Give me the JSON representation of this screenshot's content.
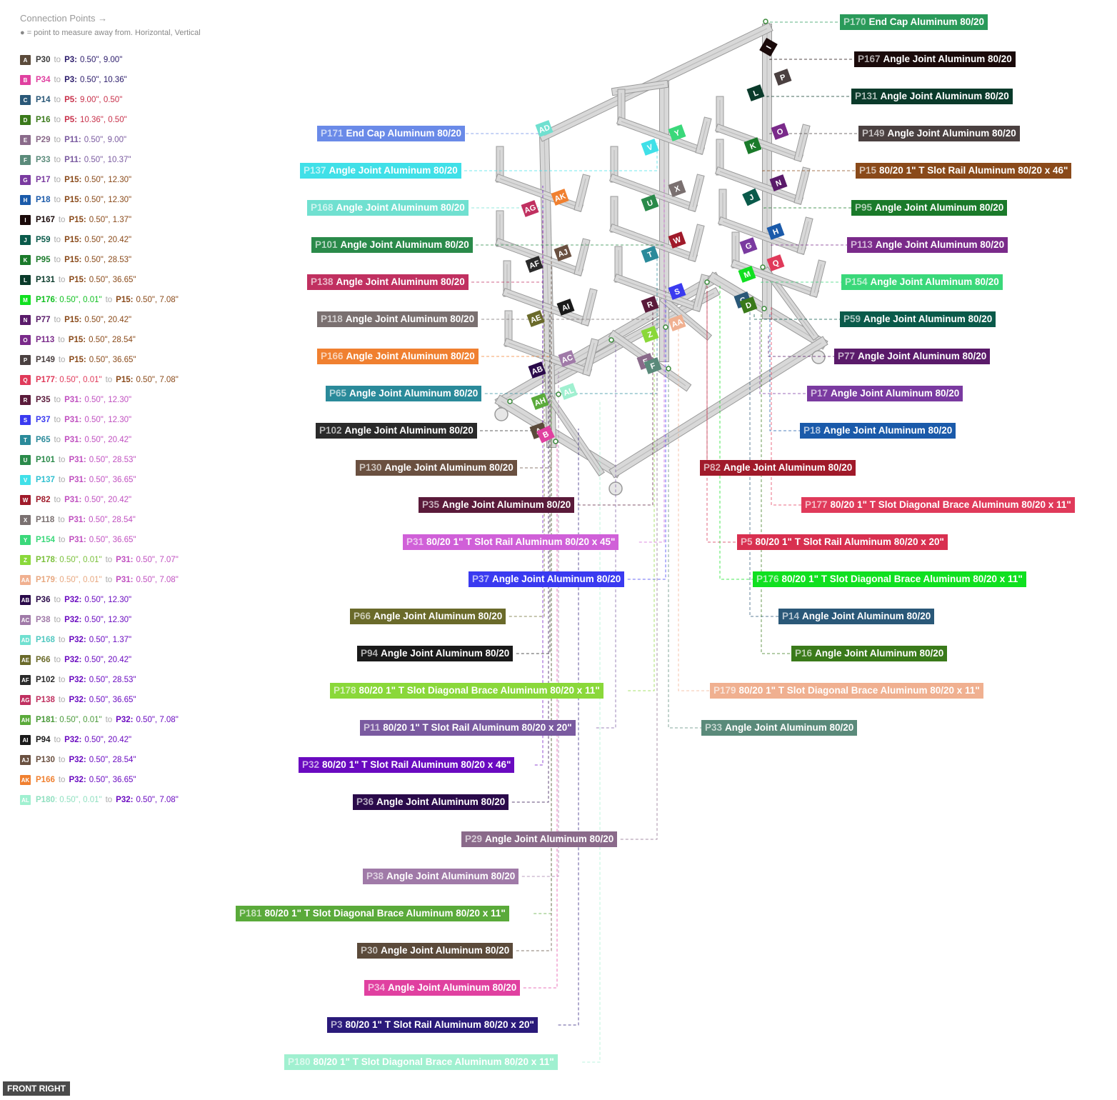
{
  "legend": {
    "title": "Connection Points →",
    "subtitle": "● = point to measure away from. Horizontal, Vertical",
    "items": [
      {
        "badge": "A",
        "color": "#5b4a3a",
        "from": "P30",
        "fc": "#3a3a3a",
        "from_val": "",
        "to": "P3",
        "tc": "#2a1a6a",
        "val": "0.50\", 9.00\""
      },
      {
        "badge": "B",
        "color": "#e040a0",
        "from": "P34",
        "fc": "#e040a0",
        "from_val": "",
        "to": "P3",
        "tc": "#2a1a6a",
        "val": "0.50\", 10.36\""
      },
      {
        "badge": "C",
        "color": "#2a5878",
        "from": "P14",
        "fc": "#2a5878",
        "from_val": "",
        "to": "P5",
        "tc": "#c8304a",
        "val": "9.00\", 0.50\""
      },
      {
        "badge": "D",
        "color": "#3a7a1a",
        "from": "P16",
        "fc": "#3a7a1a",
        "from_val": "",
        "to": "P5",
        "tc": "#c8304a",
        "val": "10.36\", 0.50\""
      },
      {
        "badge": "E",
        "color": "#8a6a8a",
        "from": "P29",
        "fc": "#8a6a8a",
        "from_val": "",
        "to": "P11",
        "tc": "#7a5aa0",
        "val": "0.50\", 9.00\""
      },
      {
        "badge": "F",
        "color": "#5a8a7a",
        "from": "P33",
        "fc": "#5a8a7a",
        "from_val": "",
        "to": "P11",
        "tc": "#7a5aa0",
        "val": "0.50\", 10.37\""
      },
      {
        "badge": "G",
        "color": "#7a3aa0",
        "from": "P17",
        "fc": "#7a3aa0",
        "from_val": "",
        "to": "P15",
        "tc": "#8a4a1a",
        "val": "0.50\", 12.30\""
      },
      {
        "badge": "H",
        "color": "#1a5aaa",
        "from": "P18",
        "fc": "#1a5aaa",
        "from_val": "",
        "to": "P15",
        "tc": "#8a4a1a",
        "val": "0.50\", 12.30\""
      },
      {
        "badge": "I",
        "color": "#1a0a0a",
        "from": "P167",
        "fc": "#1a0a0a",
        "from_val": "",
        "to": "P15",
        "tc": "#8a4a1a",
        "val": "0.50\", 1.37\""
      },
      {
        "badge": "J",
        "color": "#0a5a4a",
        "from": "P59",
        "fc": "#0a5a4a",
        "from_val": "",
        "to": "P15",
        "tc": "#8a4a1a",
        "val": "0.50\", 20.42\""
      },
      {
        "badge": "K",
        "color": "#1a7a2a",
        "from": "P95",
        "fc": "#1a7a2a",
        "from_val": "",
        "to": "P15",
        "tc": "#8a4a1a",
        "val": "0.50\", 28.53\""
      },
      {
        "badge": "L",
        "color": "#0a3a2a",
        "from": "P131",
        "fc": "#0a3a2a",
        "from_val": "",
        "to": "P15",
        "tc": "#8a4a1a",
        "val": "0.50\", 36.65\""
      },
      {
        "badge": "M",
        "color": "#10e020",
        "from": "P176",
        "fc": "#10c020",
        "from_val": ": 0.50\", 0.01\"",
        "to": "P15",
        "tc": "#8a4a1a",
        "val": "0.50\", 7.08\""
      },
      {
        "badge": "N",
        "color": "#5a1a6a",
        "from": "P77",
        "fc": "#5a1a6a",
        "from_val": "",
        "to": "P15",
        "tc": "#8a4a1a",
        "val": "0.50\", 20.42\""
      },
      {
        "badge": "O",
        "color": "#7a2a8a",
        "from": "P113",
        "fc": "#7a2a8a",
        "from_val": "",
        "to": "P15",
        "tc": "#8a4a1a",
        "val": "0.50\", 28.54\""
      },
      {
        "badge": "P",
        "color": "#4a4040",
        "from": "P149",
        "fc": "#4a4040",
        "from_val": "",
        "to": "P15",
        "tc": "#8a4a1a",
        "val": "0.50\", 36.65\""
      },
      {
        "badge": "Q",
        "color": "#e03a5a",
        "from": "P177",
        "fc": "#e03a5a",
        "from_val": ": 0.50\", 0.01\"",
        "to": "P15",
        "tc": "#8a4a1a",
        "val": "0.50\", 7.08\""
      },
      {
        "badge": "R",
        "color": "#5a1a3a",
        "from": "P35",
        "fc": "#5a1a3a",
        "from_val": "",
        "to": "P31",
        "tc": "#c050c0",
        "val": "0.50\", 12.30\""
      },
      {
        "badge": "S",
        "color": "#3a3af0",
        "from": "P37",
        "fc": "#3a3af0",
        "from_val": "",
        "to": "P31",
        "tc": "#c050c0",
        "val": "0.50\", 12.30\""
      },
      {
        "badge": "T",
        "color": "#2a8a9a",
        "from": "P65",
        "fc": "#2a8a9a",
        "from_val": "",
        "to": "P31",
        "tc": "#c050c0",
        "val": "0.50\", 20.42\""
      },
      {
        "badge": "U",
        "color": "#2a8a4a",
        "from": "P101",
        "fc": "#2a8a4a",
        "from_val": "",
        "to": "P31",
        "tc": "#c050c0",
        "val": "0.50\", 28.53\""
      },
      {
        "badge": "V",
        "color": "#40e0e8",
        "from": "P137",
        "fc": "#30c0d0",
        "from_val": "",
        "to": "P31",
        "tc": "#c050c0",
        "val": "0.50\", 36.65\""
      },
      {
        "badge": "W",
        "color": "#a01a2a",
        "from": "P82",
        "fc": "#a01a2a",
        "from_val": "",
        "to": "P31",
        "tc": "#c050c0",
        "val": "0.50\", 20.42\""
      },
      {
        "badge": "X",
        "color": "#7a7070",
        "from": "P118",
        "fc": "#7a7070",
        "from_val": "",
        "to": "P31",
        "tc": "#c050c0",
        "val": "0.50\", 28.54\""
      },
      {
        "badge": "Y",
        "color": "#3ad87a",
        "from": "P154",
        "fc": "#3ad87a",
        "from_val": "",
        "to": "P31",
        "tc": "#c050c0",
        "val": "0.50\", 36.65\""
      },
      {
        "badge": "Z",
        "color": "#8ad83a",
        "from": "P178",
        "fc": "#7ac03a",
        "from_val": ": 0.50\", 0.01\"",
        "to": "P31",
        "tc": "#c050c0",
        "val": "0.50\", 7.07\""
      },
      {
        "badge": "AA",
        "color": "#f0b090",
        "from": "P179",
        "fc": "#e8a880",
        "from_val": ": 0.50\", 0.01\"",
        "to": "P31",
        "tc": "#c050c0",
        "val": "0.50\", 7.08\""
      },
      {
        "badge": "AB",
        "color": "#2a0a4a",
        "from": "P36",
        "fc": "#2a0a4a",
        "from_val": "",
        "to": "P32",
        "tc": "#6a0ac0",
        "val": "0.50\", 12.30\""
      },
      {
        "badge": "AC",
        "color": "#a07aa8",
        "from": "P38",
        "fc": "#a07aa8",
        "from_val": "",
        "to": "P32",
        "tc": "#6a0ac0",
        "val": "0.50\", 12.30\""
      },
      {
        "badge": "AD",
        "color": "#70e0d0",
        "from": "P168",
        "fc": "#50c8c0",
        "from_val": "",
        "to": "P32",
        "tc": "#6a0ac0",
        "val": "0.50\", 1.37\""
      },
      {
        "badge": "AE",
        "color": "#6a6a2a",
        "from": "P66",
        "fc": "#6a6a2a",
        "from_val": "",
        "to": "P32",
        "tc": "#6a0ac0",
        "val": "0.50\", 20.42\""
      },
      {
        "badge": "AF",
        "color": "#2a2a2a",
        "from": "P102",
        "fc": "#2a2a2a",
        "from_val": "",
        "to": "P32",
        "tc": "#6a0ac0",
        "val": "0.50\", 28.53\""
      },
      {
        "badge": "AG",
        "color": "#c03060",
        "from": "P138",
        "fc": "#c03060",
        "from_val": "",
        "to": "P32",
        "tc": "#6a0ac0",
        "val": "0.50\", 36.65\""
      },
      {
        "badge": "AH",
        "color": "#5aaa3a",
        "from": "P181",
        "fc": "#4a9a3a",
        "from_val": ": 0.50\", 0.01\"",
        "to": "P32",
        "tc": "#6a0ac0",
        "val": "0.50\", 7.08\""
      },
      {
        "badge": "AI",
        "color": "#1a1a1a",
        "from": "P94",
        "fc": "#1a1a1a",
        "from_val": "",
        "to": "P32",
        "tc": "#6a0ac0",
        "val": "0.50\", 20.42\""
      },
      {
        "badge": "AJ",
        "color": "#6a5040",
        "from": "P130",
        "fc": "#6a5040",
        "from_val": "",
        "to": "P32",
        "tc": "#6a0ac0",
        "val": "0.50\", 28.54\""
      },
      {
        "badge": "AK",
        "color": "#f08030",
        "from": "P166",
        "fc": "#f08030",
        "from_val": "",
        "to": "P32",
        "tc": "#6a0ac0",
        "val": "0.50\", 36.65\""
      },
      {
        "badge": "AL",
        "color": "#a0f0d0",
        "from": "P180",
        "fc": "#90e0c0",
        "from_val": ": 0.50\", 0.01\"",
        "to": "P32",
        "tc": "#6a0ac0",
        "val": "0.50\", 7.08\""
      }
    ]
  },
  "callouts": [
    {
      "id": "P170",
      "name": "End Cap Aluminum 80/20",
      "color": "#2a9a5a"
    },
    {
      "id": "P167",
      "name": "Angle Joint Aluminum 80/20",
      "color": "#1a0a0a"
    },
    {
      "id": "P131",
      "name": "Angle Joint Aluminum 80/20",
      "color": "#0a3a2a"
    },
    {
      "id": "P149",
      "name": "Angle Joint Aluminum 80/20",
      "color": "#4a4040"
    },
    {
      "id": "P15",
      "name": "80/20 1\" T Slot Rail Aluminum 80/20 x 46\"",
      "color": "#8a4a1a"
    },
    {
      "id": "P95",
      "name": "Angle Joint Aluminum 80/20",
      "color": "#1a7a2a"
    },
    {
      "id": "P113",
      "name": "Angle Joint Aluminum 80/20",
      "color": "#7a2a8a"
    },
    {
      "id": "P154",
      "name": "Angle Joint Aluminum 80/20",
      "color": "#3ad87a"
    },
    {
      "id": "P59",
      "name": "Angle Joint Aluminum 80/20",
      "color": "#0a5a4a"
    },
    {
      "id": "P77",
      "name": "Angle Joint Aluminum 80/20",
      "color": "#5a1a6a"
    },
    {
      "id": "P17",
      "name": "Angle Joint Aluminum 80/20",
      "color": "#7a3aa0"
    },
    {
      "id": "P18",
      "name": "Angle Joint Aluminum 80/20",
      "color": "#1a5aaa"
    },
    {
      "id": "P82",
      "name": "Angle Joint Aluminum 80/20",
      "color": "#a01a2a"
    },
    {
      "id": "P177",
      "name": "80/20 1\" T Slot Diagonal Brace  Aluminum 80/20 x 11\"",
      "color": "#e03a5a"
    },
    {
      "id": "P5",
      "name": "80/20 1\" T Slot Rail Aluminum 80/20 x 20\"",
      "color": "#d83050"
    },
    {
      "id": "P176",
      "name": "80/20 1\" T Slot Diagonal Brace  Aluminum 80/20 x 11\"",
      "color": "#10e020"
    },
    {
      "id": "P14",
      "name": "Angle Joint Aluminum 80/20",
      "color": "#2a5878"
    },
    {
      "id": "P16",
      "name": "Angle Joint Aluminum 80/20",
      "color": "#3a7a1a"
    },
    {
      "id": "P179",
      "name": "80/20 1\" T Slot Diagonal Brace  Aluminum 80/20 x 11\"",
      "color": "#f0b090"
    },
    {
      "id": "P33",
      "name": "Angle Joint Aluminum 80/20",
      "color": "#5a8a7a"
    },
    {
      "id": "P171",
      "name": "End Cap Aluminum 80/20",
      "color": "#6a8ae8"
    },
    {
      "id": "P137",
      "name": "Angle Joint Aluminum 80/20",
      "color": "#40e0e8"
    },
    {
      "id": "P168",
      "name": "Angle Joint Aluminum 80/20",
      "color": "#70e0d0"
    },
    {
      "id": "P101",
      "name": "Angle Joint Aluminum 80/20",
      "color": "#2a8a4a"
    },
    {
      "id": "P138",
      "name": "Angle Joint Aluminum 80/20",
      "color": "#c03060"
    },
    {
      "id": "P118",
      "name": "Angle Joint Aluminum 80/20",
      "color": "#7a7070"
    },
    {
      "id": "P166",
      "name": "Angle Joint Aluminum 80/20",
      "color": "#f08030"
    },
    {
      "id": "P65",
      "name": "Angle Joint Aluminum 80/20",
      "color": "#2a8a9a"
    },
    {
      "id": "P102",
      "name": "Angle Joint Aluminum 80/20",
      "color": "#2a2a2a"
    },
    {
      "id": "P130",
      "name": "Angle Joint Aluminum 80/20",
      "color": "#6a5040"
    },
    {
      "id": "P35",
      "name": "Angle Joint Aluminum 80/20",
      "color": "#5a1a3a"
    },
    {
      "id": "P31",
      "name": "80/20 1\" T Slot Rail Aluminum 80/20 x 45\"",
      "color": "#d060d8"
    },
    {
      "id": "P37",
      "name": "Angle Joint Aluminum 80/20",
      "color": "#3a3af0"
    },
    {
      "id": "P66",
      "name": "Angle Joint Aluminum 80/20",
      "color": "#6a6a2a"
    },
    {
      "id": "P94",
      "name": "Angle Joint Aluminum 80/20",
      "color": "#1a1a1a"
    },
    {
      "id": "P178",
      "name": "80/20 1\" T Slot Diagonal Brace  Aluminum 80/20 x 11\"",
      "color": "#8ad83a"
    },
    {
      "id": "P11",
      "name": "80/20 1\" T Slot Rail Aluminum 80/20 x 20\"",
      "color": "#7a5aa0"
    },
    {
      "id": "P32",
      "name": "80/20 1\" T Slot Rail Aluminum 80/20 x 46\"",
      "color": "#6a0ac0"
    },
    {
      "id": "P36",
      "name": "Angle Joint Aluminum 80/20",
      "color": "#2a0a4a"
    },
    {
      "id": "P29",
      "name": "Angle Joint Aluminum 80/20",
      "color": "#8a6a8a"
    },
    {
      "id": "P38",
      "name": "Angle Joint Aluminum 80/20",
      "color": "#a07aa8"
    },
    {
      "id": "P181",
      "name": "80/20 1\" T Slot Diagonal Brace  Aluminum 80/20 x 11\"",
      "color": "#5aaa3a"
    },
    {
      "id": "P30",
      "name": "Angle Joint Aluminum 80/20",
      "color": "#5b4a3a"
    },
    {
      "id": "P34",
      "name": "Angle Joint Aluminum 80/20",
      "color": "#e040a0"
    },
    {
      "id": "P3",
      "name": "80/20 1\" T Slot Rail Aluminum 80/20 x 20\"",
      "color": "#2a1a7a"
    },
    {
      "id": "P180",
      "name": "80/20 1\" T Slot Diagonal Brace  Aluminum 80/20 x 11\"",
      "color": "#a0f0d0"
    }
  ],
  "markers": [
    {
      "label": "A",
      "color": "#5b4a3a"
    },
    {
      "label": "B",
      "color": "#e040a0"
    },
    {
      "label": "C",
      "color": "#2a5878"
    },
    {
      "label": "D",
      "color": "#3a7a1a"
    },
    {
      "label": "E",
      "color": "#8a6a8a"
    },
    {
      "label": "F",
      "color": "#5a8a7a"
    },
    {
      "label": "G",
      "color": "#7a3aa0"
    },
    {
      "label": "H",
      "color": "#1a5aaa"
    },
    {
      "label": "I",
      "color": "#1a0a0a"
    },
    {
      "label": "J",
      "color": "#0a5a4a"
    },
    {
      "label": "K",
      "color": "#1a7a2a"
    },
    {
      "label": "L",
      "color": "#0a3a2a"
    },
    {
      "label": "M",
      "color": "#10e020"
    },
    {
      "label": "N",
      "color": "#5a1a6a"
    },
    {
      "label": "O",
      "color": "#7a2a8a"
    },
    {
      "label": "P",
      "color": "#4a4040"
    },
    {
      "label": "Q",
      "color": "#e03a5a"
    },
    {
      "label": "R",
      "color": "#5a1a3a"
    },
    {
      "label": "S",
      "color": "#3a3af0"
    },
    {
      "label": "T",
      "color": "#2a8a9a"
    },
    {
      "label": "U",
      "color": "#2a8a4a"
    },
    {
      "label": "V",
      "color": "#40e0e8"
    },
    {
      "label": "W",
      "color": "#a01a2a"
    },
    {
      "label": "X",
      "color": "#7a7070"
    },
    {
      "label": "Y",
      "color": "#3ad87a"
    },
    {
      "label": "Z",
      "color": "#8ad83a"
    },
    {
      "label": "AA",
      "color": "#f0b090"
    },
    {
      "label": "AB",
      "color": "#2a0a4a"
    },
    {
      "label": "AC",
      "color": "#a07aa8"
    },
    {
      "label": "AD",
      "color": "#70e0d0"
    },
    {
      "label": "AE",
      "color": "#6a6a2a"
    },
    {
      "label": "AF",
      "color": "#2a2a2a"
    },
    {
      "label": "AG",
      "color": "#c03060"
    },
    {
      "label": "AH",
      "color": "#5aaa3a"
    },
    {
      "label": "AI",
      "color": "#1a1a1a"
    },
    {
      "label": "AJ",
      "color": "#6a5040"
    },
    {
      "label": "AK",
      "color": "#f08030"
    },
    {
      "label": "AL",
      "color": "#a0f0d0"
    }
  ],
  "view_button": "FRONT RIGHT"
}
